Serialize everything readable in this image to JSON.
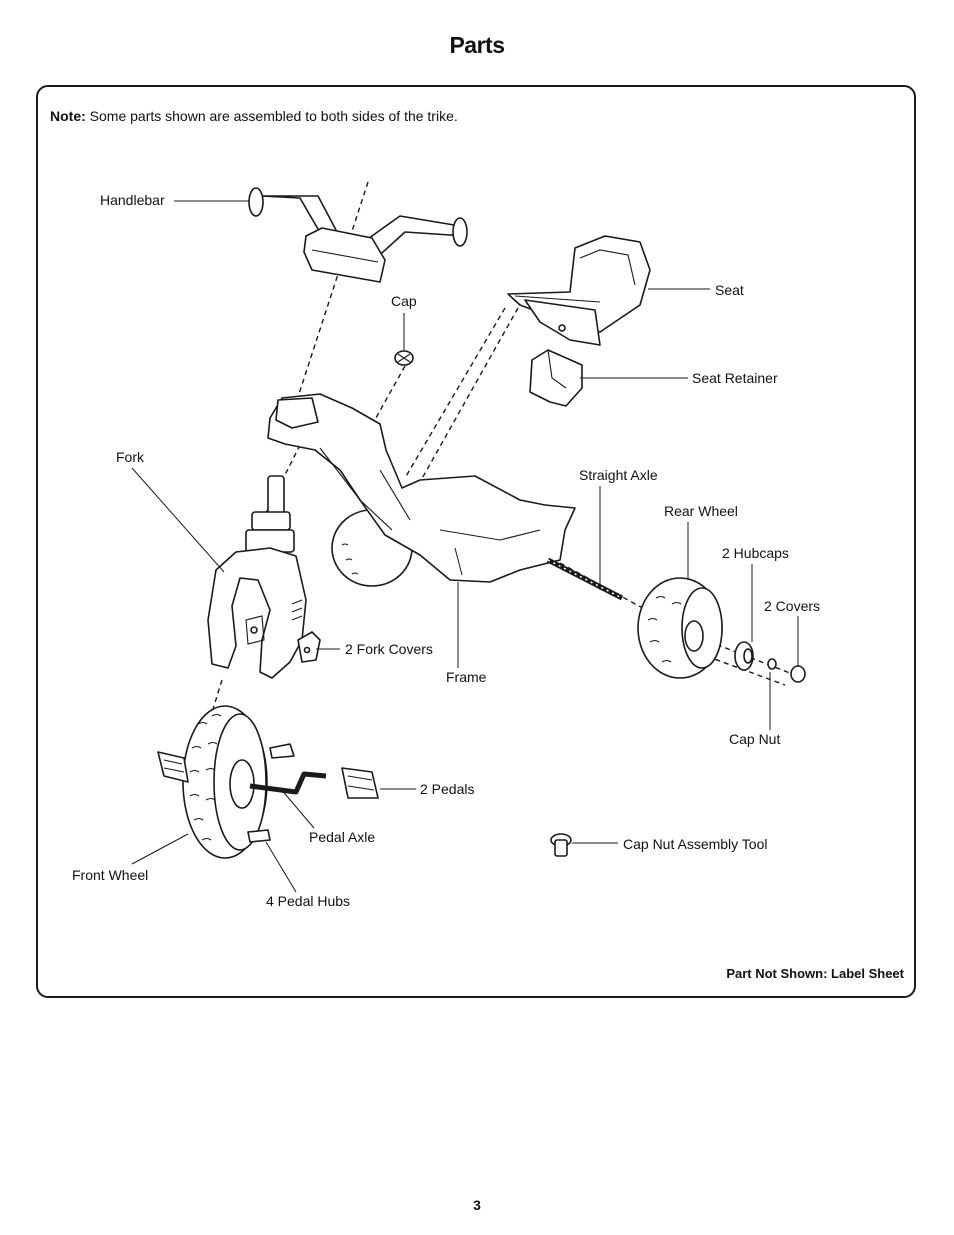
{
  "title": "Parts",
  "note": {
    "prefix": "Note:",
    "text": " Some parts shown are assembled to both sides of the trike."
  },
  "labels": {
    "handlebar": "Handlebar",
    "cap": "Cap",
    "seat": "Seat",
    "seat_retainer": "Seat Retainer",
    "fork": "Fork",
    "straight_axle": "Straight Axle",
    "rear_wheel": "Rear Wheel",
    "hubcaps": "2 Hubcaps",
    "covers": "2 Covers",
    "fork_covers": "2 Fork Covers",
    "frame": "Frame",
    "cap_nut": "Cap Nut",
    "pedals": "2 Pedals",
    "pedal_axle": "Pedal Axle",
    "cap_nut_tool": "Cap Nut Assembly Tool",
    "front_wheel": "Front Wheel",
    "pedal_hubs": "4 Pedal Hubs"
  },
  "footnote": "Part Not Shown: Label Sheet",
  "page_number": "3"
}
